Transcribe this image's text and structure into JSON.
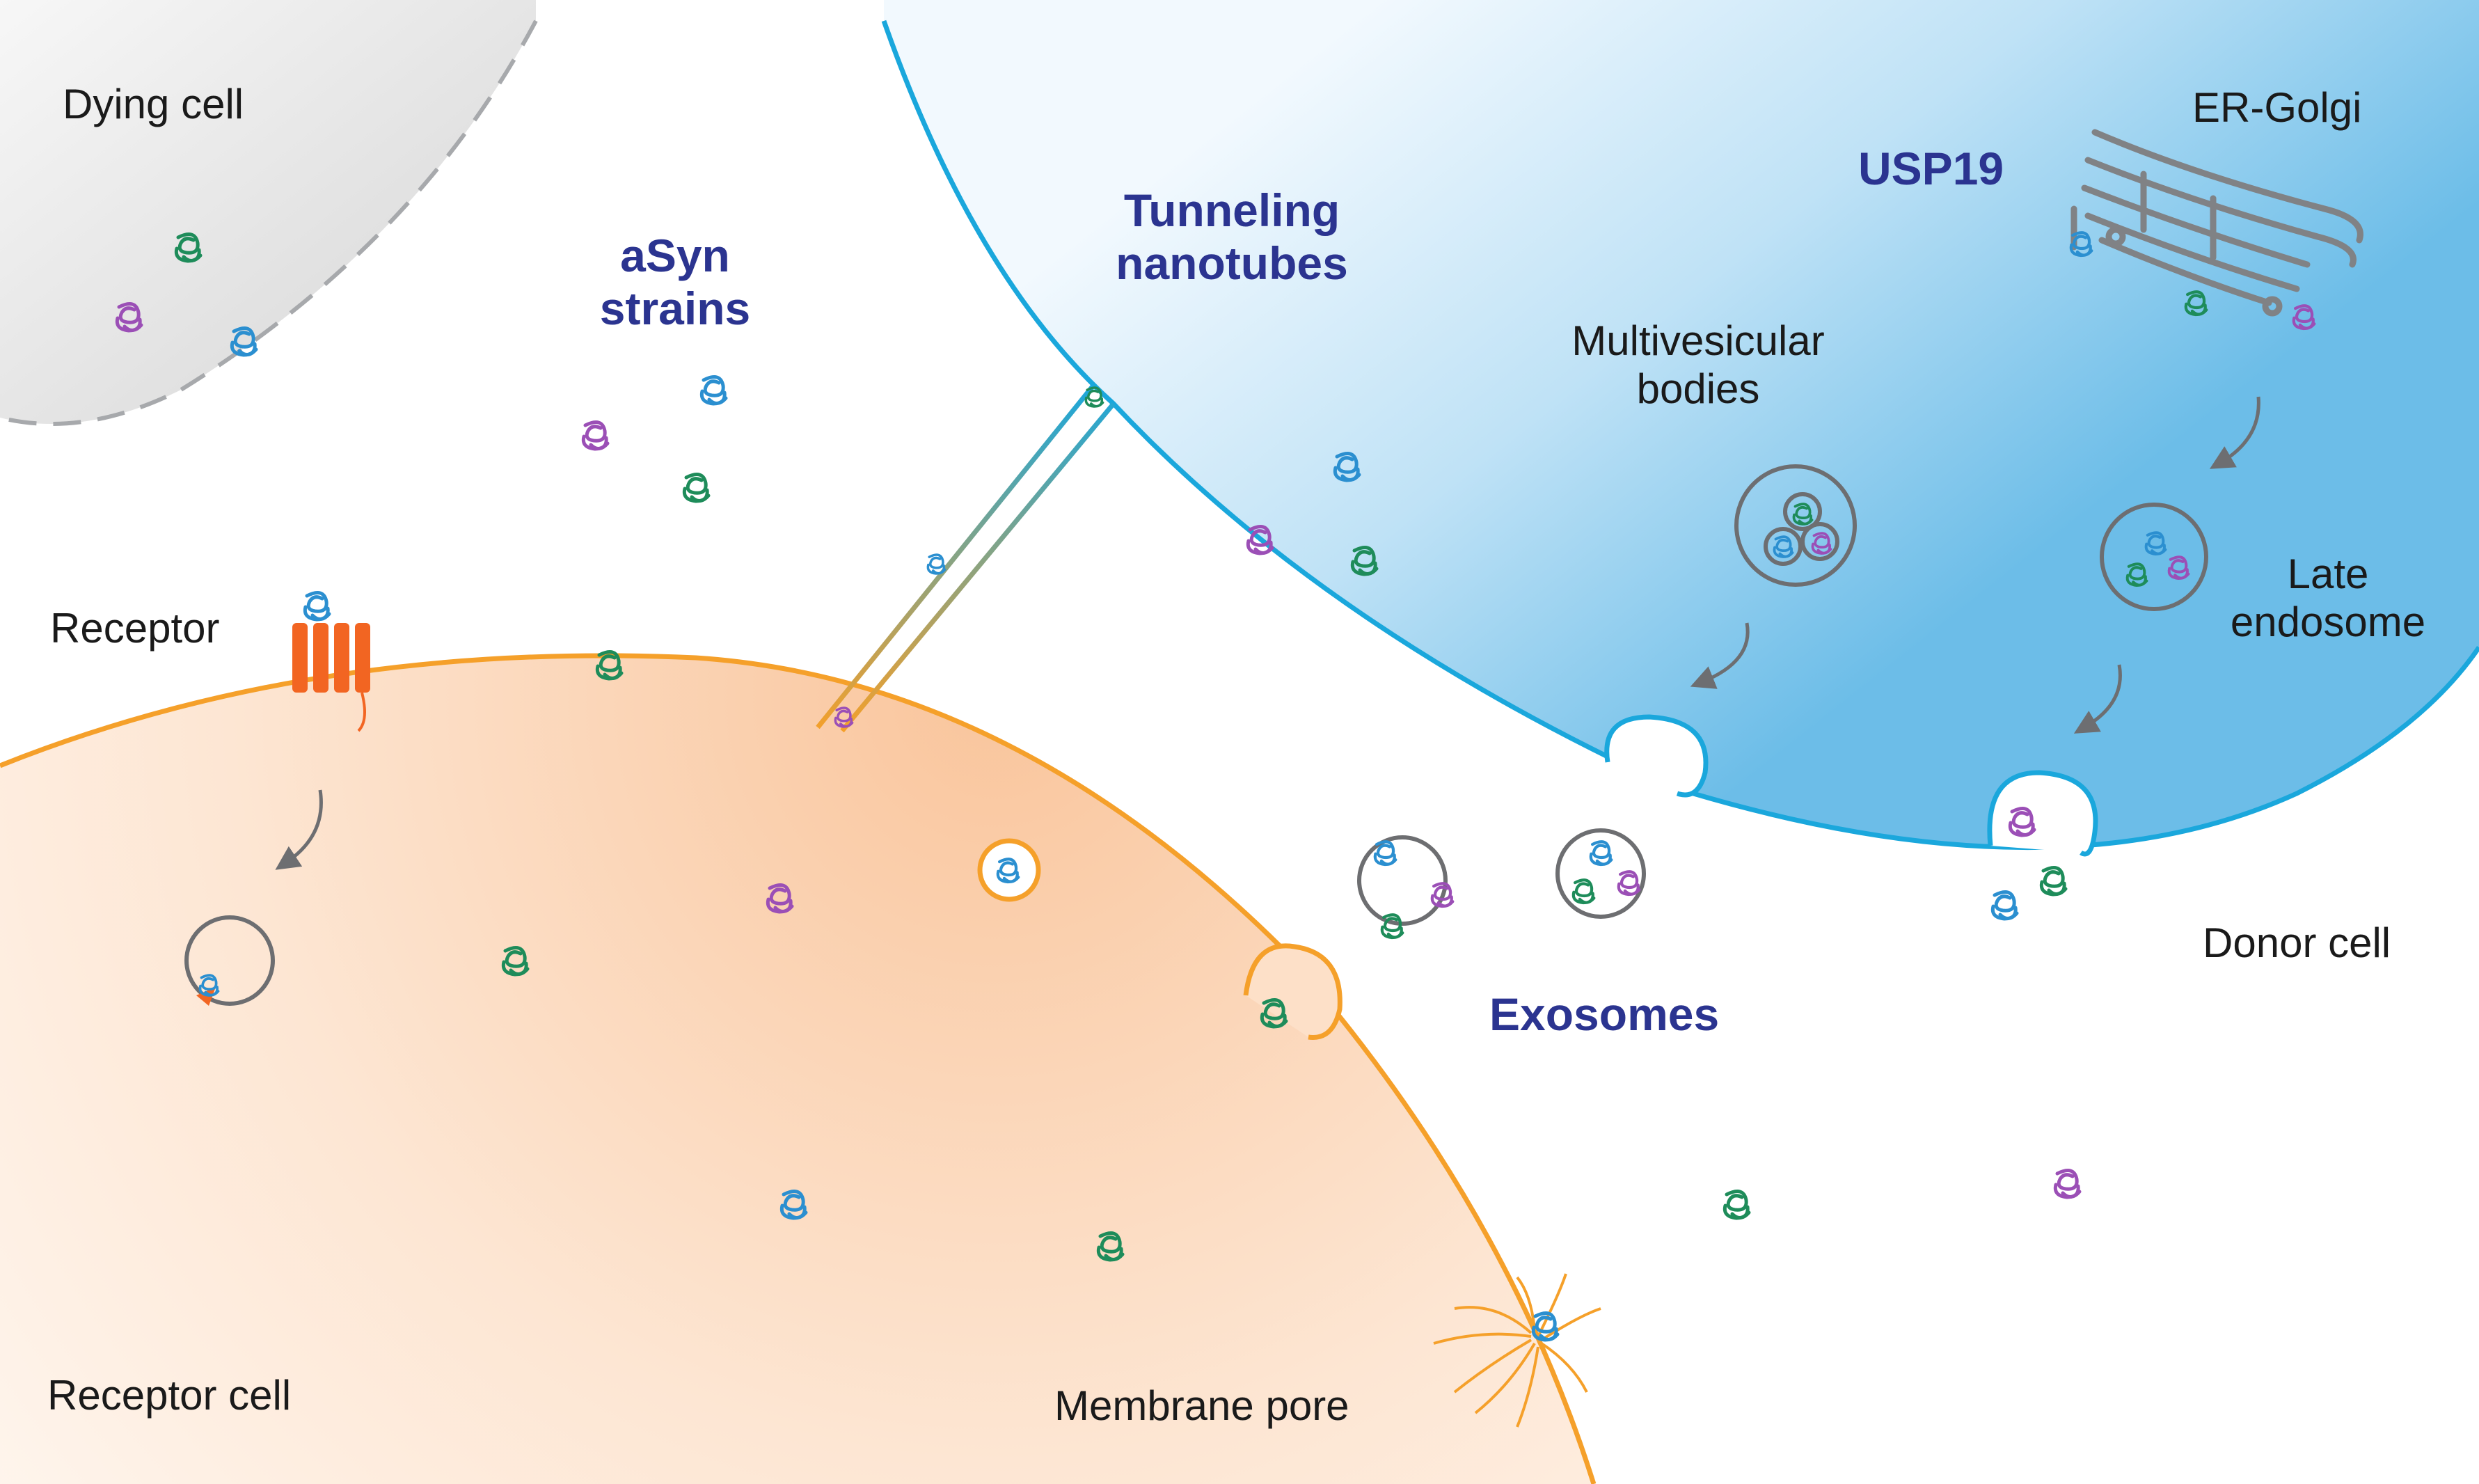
{
  "labels": {
    "dying_cell": "Dying cell",
    "asyn_strains_1": "aSyn",
    "asyn_strains_2": "strains",
    "tunneling_1": "Tunneling",
    "tunneling_2": "nanotubes",
    "usp19": "USP19",
    "er_golgi": "ER-Golgi",
    "mvb_1": "Multivesicular",
    "mvb_2": "bodies",
    "late_endo_1": "Late",
    "late_endo_2": "endosome",
    "receptor": "Receptor",
    "donor_cell": "Donor cell",
    "exosomes": "Exosomes",
    "receptor_cell": "Receptor cell",
    "membrane_pore": "Membrane pore"
  },
  "colors": {
    "accent_text": "#2b3490",
    "receptor_cell_membrane": "#f5a02a",
    "receptor_cell_fill": "#fbd3b6",
    "donor_cell_membrane": "#1aa7dc",
    "donor_cell_fill": "#8fcdef",
    "dying_cell_fill": "#d9d9d9",
    "receptor_protein": "#f26522",
    "vesicle_outline": "#6d6e71",
    "asyn_green": "#1e8c5a",
    "asyn_purple": "#9b4fb6",
    "asyn_blue": "#2b8fd0"
  },
  "icons": [
    "asyn-strain-icon",
    "receptor-icon",
    "golgi-icon",
    "vesicle-icon",
    "membrane-pore-icon",
    "arrow-icon"
  ]
}
